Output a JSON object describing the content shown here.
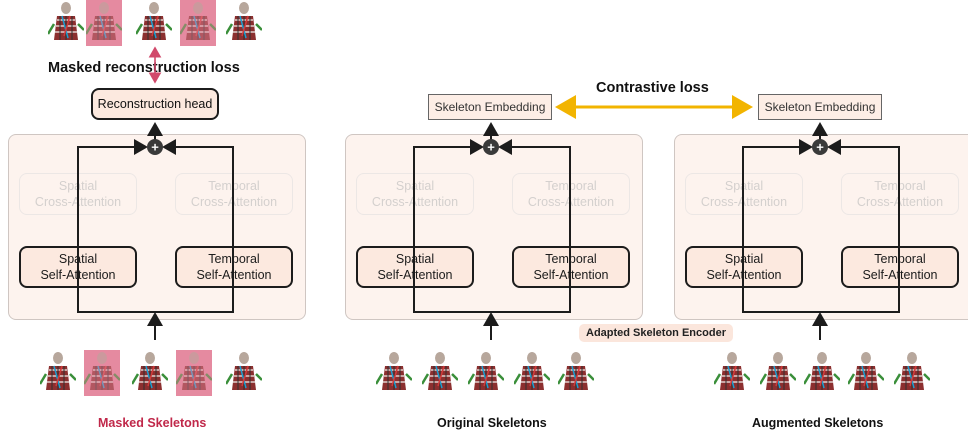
{
  "left": {
    "heading": "Masked reconstruction loss",
    "recon_head": "Reconstruction head",
    "caption": "Masked Skeletons",
    "caption_color": "#c0284a",
    "top_thumbs_masked": [
      false,
      true,
      false,
      true,
      false
    ],
    "bottom_thumbs_masked": [
      false,
      true,
      false,
      true,
      false
    ]
  },
  "middle": {
    "embedding": "Skeleton Embedding",
    "caption": "Original Skeletons"
  },
  "right": {
    "embedding": "Skeleton Embedding",
    "caption": "Augmented Skeletons"
  },
  "contrastive": {
    "label": "Contrastive loss",
    "arrow_color": "#f2b400"
  },
  "encoder_label": "Adapted Skeleton Encoder",
  "blocks": {
    "spatial_cross_1": "Spatial",
    "spatial_cross_2": "Cross-Attention",
    "temporal_cross_1": "Temporal",
    "temporal_cross_2": "Cross-Attention",
    "spatial_self_1": "Spatial",
    "spatial_self_2": "Self-Attention",
    "temporal_self_1": "Temporal",
    "temporal_self_2": "Self-Attention",
    "plus_symbol": "+"
  },
  "colors": {
    "panel_bg": "#fdf3ee",
    "block_bg": "#fce9df",
    "mask_pink": "#e58aa0",
    "loss_arrow": "#d1496b"
  }
}
